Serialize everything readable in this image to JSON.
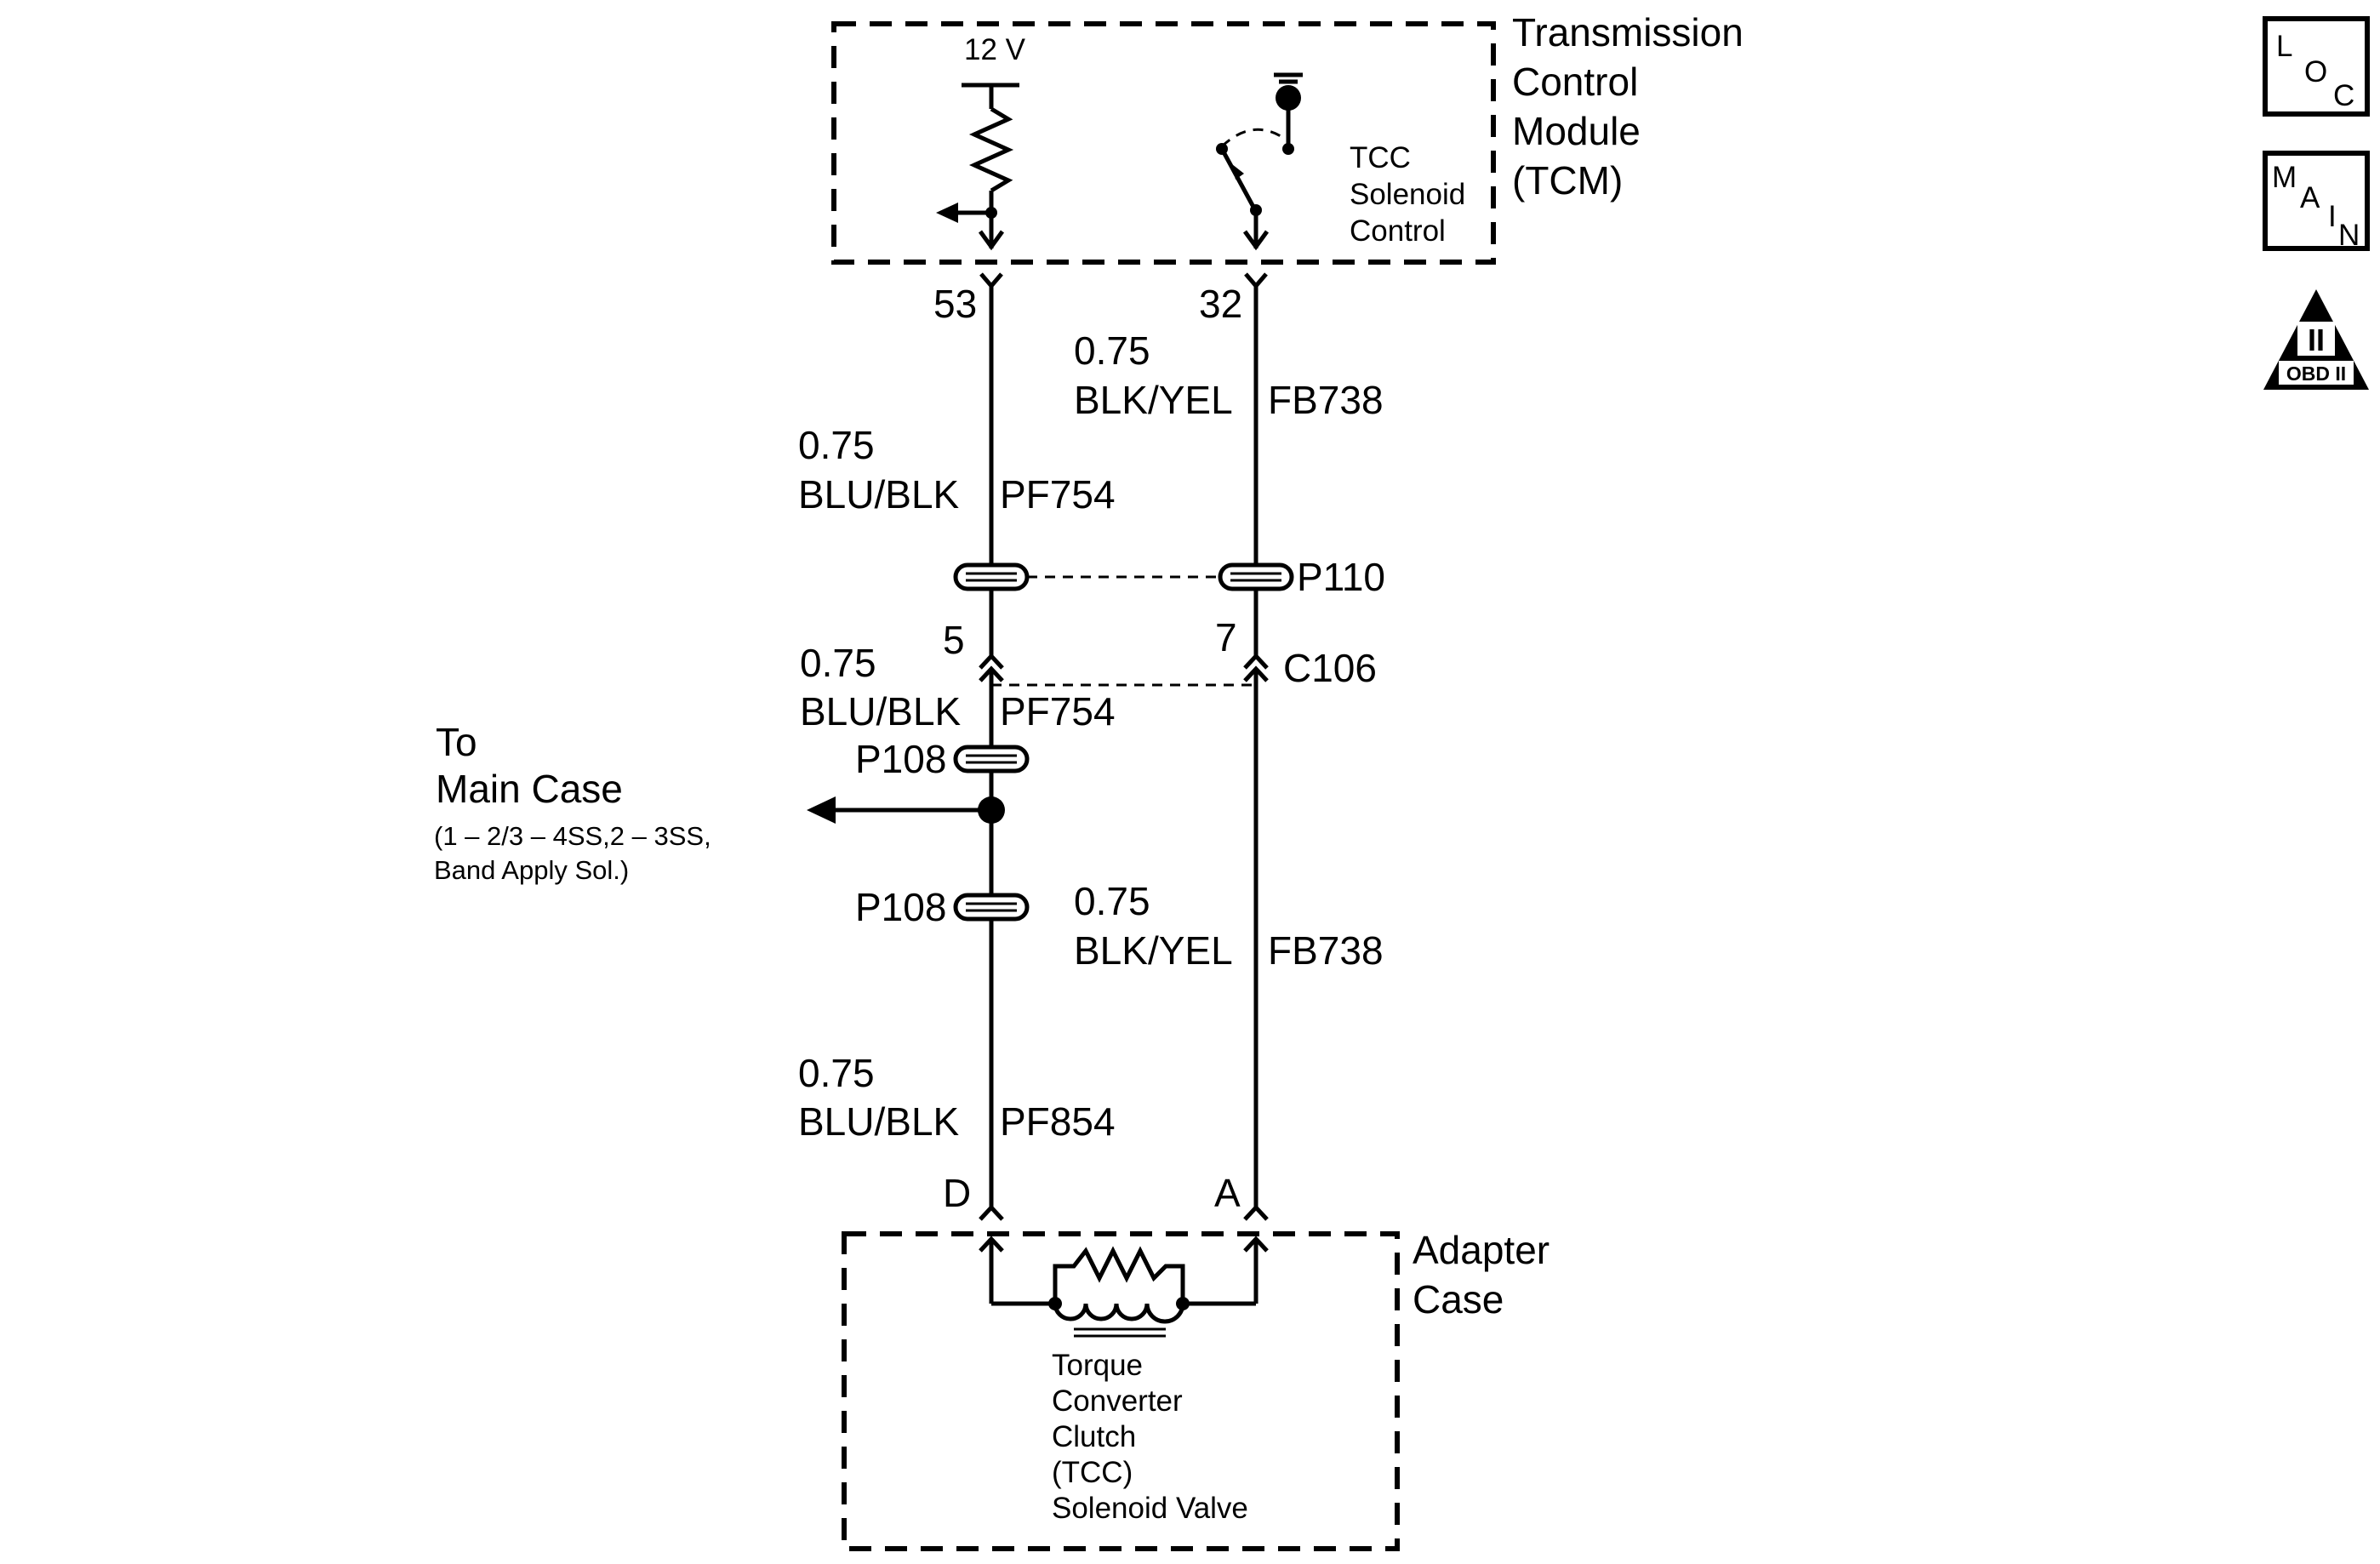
{
  "tcm": {
    "title_lines": [
      "Transmission",
      "Control",
      "Module",
      "(TCM)"
    ],
    "voltage": "12 V",
    "control_lines": [
      "TCC",
      "Solenoid",
      "Control"
    ]
  },
  "pins": {
    "tcm_left": "53",
    "tcm_right": "32",
    "c106_left": "5",
    "c106_right": "7",
    "adapter_left": "D",
    "adapter_right": "A"
  },
  "wires": {
    "left_upper": {
      "gauge": "0.75",
      "color": "BLU/BLK",
      "circuit": "PF754"
    },
    "right_upper": {
      "gauge": "0.75",
      "color": "BLK/YEL",
      "circuit": "FB738"
    },
    "left_middle": {
      "gauge": "0.75",
      "color": "BLU/BLK",
      "circuit": "PF754"
    },
    "right_lower": {
      "gauge": "0.75",
      "color": "BLK/YEL",
      "circuit": "FB738"
    },
    "left_lower": {
      "gauge": "0.75",
      "color": "BLU/BLK",
      "circuit": "PF854"
    }
  },
  "connectors": {
    "p110": "P110",
    "c106": "C106",
    "p108_upper": "P108",
    "p108_lower": "P108"
  },
  "to_main_case": {
    "lines": [
      "To",
      "Main Case"
    ],
    "detail_lines": [
      "(1 – 2/3 – 4SS,2 – 3SS,",
      "Band Apply Sol.)"
    ]
  },
  "adapter_case": {
    "title_lines": [
      "Adapter",
      "Case"
    ],
    "valve_lines": [
      "Torque",
      "Converter",
      "Clutch",
      "(TCC)",
      "Solenoid Valve"
    ]
  },
  "badges": {
    "loc": {
      "letters": [
        "L",
        "O",
        "C"
      ]
    },
    "main": {
      "letters": [
        "M",
        "A",
        "I",
        "N"
      ]
    },
    "obd": {
      "numeral": "II",
      "label": "OBD II"
    }
  }
}
